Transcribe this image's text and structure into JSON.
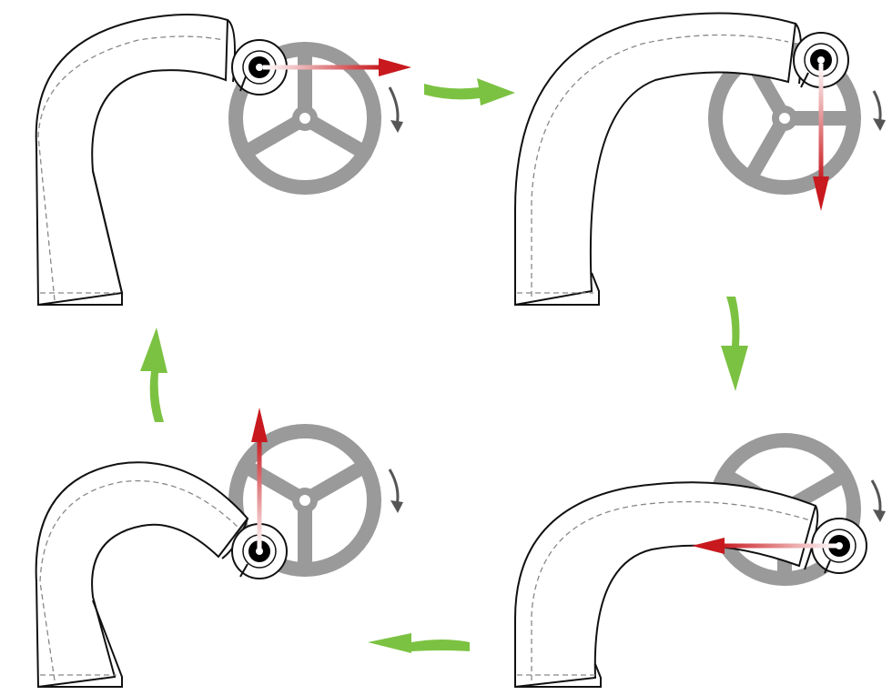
{
  "diagram": {
    "steps": [
      {
        "id": 1,
        "force_direction": "right"
      },
      {
        "id": 2,
        "force_direction": "down"
      },
      {
        "id": 3,
        "force_direction": "left"
      },
      {
        "id": 4,
        "force_direction": "up"
      }
    ],
    "cycle_order": [
      1,
      2,
      3,
      4
    ],
    "colors": {
      "tube_fill": "#ffffff",
      "tube_stroke": "#111111",
      "tube_dash": "#888888",
      "wheel": "#9a9a9a",
      "rotation_arrow": "#555555",
      "force_arrow": "#c8191e",
      "flow_arrow": "#7cc242",
      "pin": "#000000"
    },
    "icons": {
      "wheel": "handwheel-icon",
      "force": "force-arrow-icon",
      "flow": "cycle-arrow-icon",
      "rotation": "clockwise-arrow-icon"
    }
  }
}
